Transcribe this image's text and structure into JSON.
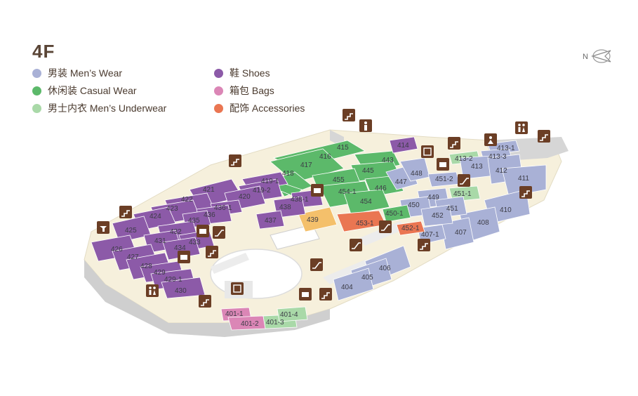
{
  "floor": "4F",
  "legend": [
    {
      "label": "男装 Men’s Wear",
      "color": "#a9b1d6"
    },
    {
      "label": "休闲装 Casual Wear",
      "color": "#5cb96a"
    },
    {
      "label": "男士内衣 Men’s Underwear",
      "color": "#a9d9a8"
    },
    {
      "label": "鞋 Shoes",
      "color": "#8c5aa8"
    },
    {
      "label": "箱包 Bags",
      "color": "#db86b6"
    },
    {
      "label": "配饰 Accessories",
      "color": "#ea7652"
    }
  ],
  "compass": {
    "letter": "N",
    "icon": "compass-rose-icon"
  },
  "colors": {
    "mens": "#a9b1d6",
    "casual": "#5cb96a",
    "underwear": "#a9d9a8",
    "shoes": "#8c5aa8",
    "bags": "#db86b6",
    "accessories": "#ea7652",
    "amber": "#f4c06b",
    "corridor": "#f6f0dc",
    "wall": "#d6d6d6",
    "icon": "#6b3e25"
  },
  "stores": [
    {
      "id": "415",
      "cat": "casual"
    },
    {
      "id": "416",
      "cat": "casual"
    },
    {
      "id": "417",
      "cat": "casual"
    },
    {
      "id": "418",
      "cat": "casual"
    },
    {
      "id": "443",
      "cat": "casual"
    },
    {
      "id": "445",
      "cat": "casual"
    },
    {
      "id": "446",
      "cat": "casual"
    },
    {
      "id": "447",
      "cat": "mens"
    },
    {
      "id": "448",
      "cat": "mens"
    },
    {
      "id": "455",
      "cat": "casual"
    },
    {
      "id": "454-1",
      "cat": "casual"
    },
    {
      "id": "454",
      "cat": "casual"
    },
    {
      "id": "414",
      "cat": "shoes"
    },
    {
      "id": "413-2",
      "cat": "underwear"
    },
    {
      "id": "413-1",
      "cat": "mens"
    },
    {
      "id": "413-3",
      "cat": "mens"
    },
    {
      "id": "413",
      "cat": "mens"
    },
    {
      "id": "412",
      "cat": "mens"
    },
    {
      "id": "411",
      "cat": "mens"
    },
    {
      "id": "410",
      "cat": "mens"
    },
    {
      "id": "408",
      "cat": "mens"
    },
    {
      "id": "407",
      "cat": "mens"
    },
    {
      "id": "407-1",
      "cat": "mens"
    },
    {
      "id": "451-2",
      "cat": "mens"
    },
    {
      "id": "451-1",
      "cat": "underwear"
    },
    {
      "id": "449",
      "cat": "mens"
    },
    {
      "id": "450",
      "cat": "mens"
    },
    {
      "id": "451",
      "cat": "mens"
    },
    {
      "id": "452",
      "cat": "mens"
    },
    {
      "id": "450-1",
      "cat": "casual"
    },
    {
      "id": "453-1",
      "cat": "accessories"
    },
    {
      "id": "452-1",
      "cat": "accessories"
    },
    {
      "id": "439",
      "cat": "amber"
    },
    {
      "id": "421",
      "cat": "shoes"
    },
    {
      "id": "419-1",
      "cat": "shoes"
    },
    {
      "id": "419-2",
      "cat": "shoes"
    },
    {
      "id": "420",
      "cat": "shoes"
    },
    {
      "id": "422",
      "cat": "shoes"
    },
    {
      "id": "423",
      "cat": "shoes"
    },
    {
      "id": "424",
      "cat": "shoes"
    },
    {
      "id": "425",
      "cat": "shoes"
    },
    {
      "id": "436-1",
      "cat": "shoes"
    },
    {
      "id": "436",
      "cat": "shoes"
    },
    {
      "id": "435",
      "cat": "shoes"
    },
    {
      "id": "438-1",
      "cat": "shoes"
    },
    {
      "id": "438",
      "cat": "shoes"
    },
    {
      "id": "437",
      "cat": "shoes"
    },
    {
      "id": "432",
      "cat": "shoes"
    },
    {
      "id": "431",
      "cat": "shoes"
    },
    {
      "id": "433",
      "cat": "shoes"
    },
    {
      "id": "434",
      "cat": "shoes"
    },
    {
      "id": "426",
      "cat": "shoes"
    },
    {
      "id": "427",
      "cat": "shoes"
    },
    {
      "id": "428",
      "cat": "shoes"
    },
    {
      "id": "429",
      "cat": "shoes"
    },
    {
      "id": "429-1",
      "cat": "shoes"
    },
    {
      "id": "430",
      "cat": "shoes"
    },
    {
      "id": "406",
      "cat": "mens"
    },
    {
      "id": "405",
      "cat": "mens"
    },
    {
      "id": "404",
      "cat": "mens"
    },
    {
      "id": "401-1",
      "cat": "bags"
    },
    {
      "id": "401-2",
      "cat": "bags"
    },
    {
      "id": "401-3",
      "cat": "underwear"
    },
    {
      "id": "401-4",
      "cat": "underwear"
    }
  ],
  "facilities": [
    {
      "type": "stairs",
      "icon": "stairs-icon"
    },
    {
      "type": "restroom-male",
      "icon": "male-restroom-icon"
    },
    {
      "type": "restroom",
      "icon": "restroom-icon"
    },
    {
      "type": "elevator",
      "icon": "elevator-icon"
    },
    {
      "type": "escalator",
      "icon": "escalator-icon"
    },
    {
      "type": "cashier",
      "icon": "cashier-icon"
    },
    {
      "type": "fountain",
      "icon": "water-fountain-icon"
    },
    {
      "type": "nursing",
      "icon": "nursing-room-icon"
    }
  ]
}
